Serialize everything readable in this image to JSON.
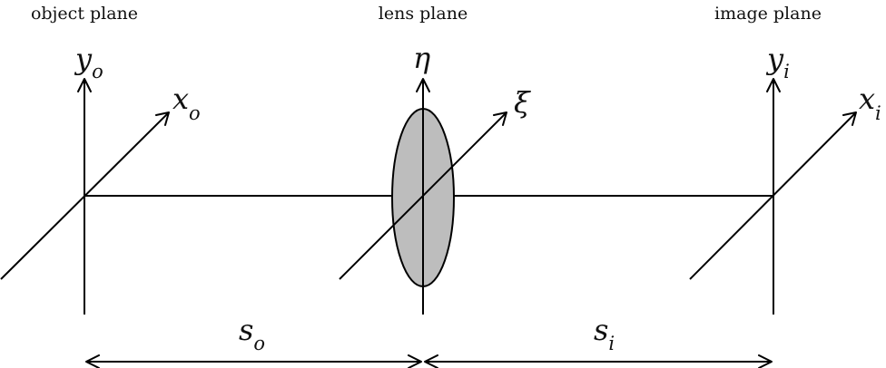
{
  "titles": {
    "object_plane": "object plane",
    "lens_plane": "lens plane",
    "image_plane": "image plane"
  },
  "axes": {
    "object_y": {
      "symbol": "y",
      "subscript": "o"
    },
    "object_x": {
      "symbol": "x",
      "subscript": "o"
    },
    "lens_eta": {
      "symbol": "η"
    },
    "lens_xi": {
      "symbol": "ξ"
    },
    "image_y": {
      "symbol": "y",
      "subscript": "i"
    },
    "image_x": {
      "symbol": "x",
      "subscript": "i"
    }
  },
  "distances": {
    "object_distance": {
      "symbol": "s",
      "subscript": "o"
    },
    "image_distance": {
      "symbol": "s",
      "subscript": "i"
    }
  },
  "colors": {
    "lens_fill": "#bdbdbd",
    "stroke": "#000000"
  }
}
